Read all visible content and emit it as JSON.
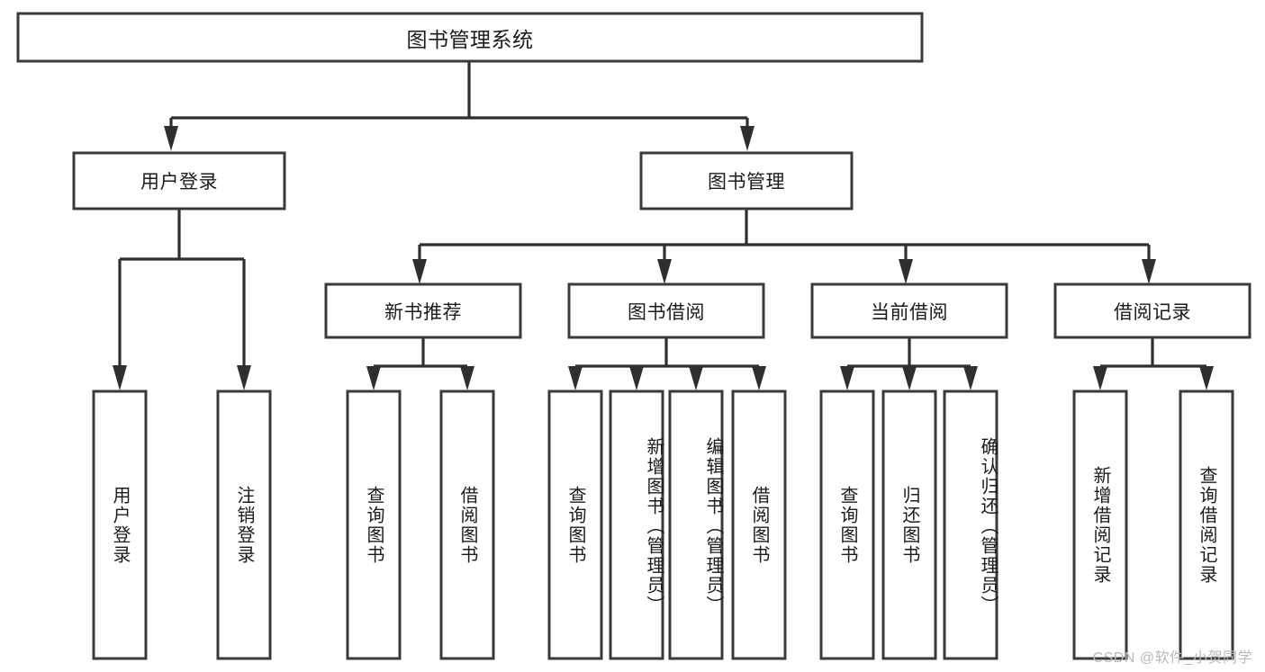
{
  "diagram": {
    "title": "图书管理系统",
    "type": "tree-hierarchy",
    "orientation": "top-down",
    "colors": {
      "box_fill": "#ffffff",
      "box_stroke": "#3a3a3a",
      "connector": "#2f2f2f",
      "text": "#1b1b1b",
      "watermark": "#b9b9b9",
      "background": "#ffffff"
    },
    "root": {
      "id": "root",
      "label": "图书管理系统",
      "orientation": "horizontal"
    },
    "level2": [
      {
        "id": "user-login",
        "label": "用户登录",
        "orientation": "horizontal"
      },
      {
        "id": "book-management",
        "label": "图书管理",
        "orientation": "horizontal"
      }
    ],
    "level3": [
      {
        "id": "new-book-recommend",
        "label": "新书推荐",
        "orientation": "horizontal",
        "parent": "book-management"
      },
      {
        "id": "book-borrow",
        "label": "图书借阅",
        "orientation": "horizontal",
        "parent": "book-management"
      },
      {
        "id": "current-borrow",
        "label": "当前借阅",
        "orientation": "horizontal",
        "parent": "book-management"
      },
      {
        "id": "borrow-record",
        "label": "借阅记录",
        "orientation": "horizontal",
        "parent": "book-management"
      }
    ],
    "leaves": [
      {
        "id": "leaf-user-login",
        "label": "用户登录",
        "parent": "user-login",
        "orientation": "vertical"
      },
      {
        "id": "leaf-logout",
        "label": "注销登录",
        "parent": "user-login",
        "orientation": "vertical"
      },
      {
        "id": "leaf-query-book-1",
        "label": "查询图书",
        "parent": "new-book-recommend",
        "orientation": "vertical"
      },
      {
        "id": "leaf-borrow-book-1",
        "label": "借阅图书",
        "parent": "new-book-recommend",
        "orientation": "vertical"
      },
      {
        "id": "leaf-query-book-2",
        "label": "查询图书",
        "parent": "book-borrow",
        "orientation": "vertical"
      },
      {
        "id": "leaf-add-book",
        "label": "新增图书（管理员）",
        "parent": "book-borrow",
        "orientation": "vertical"
      },
      {
        "id": "leaf-edit-book",
        "label": "编辑图书（管理员）",
        "parent": "book-borrow",
        "orientation": "vertical"
      },
      {
        "id": "leaf-borrow-book-2",
        "label": "借阅图书",
        "parent": "book-borrow",
        "orientation": "vertical"
      },
      {
        "id": "leaf-query-book-3",
        "label": "查询图书",
        "parent": "current-borrow",
        "orientation": "vertical"
      },
      {
        "id": "leaf-return-book",
        "label": "归还图书",
        "parent": "current-borrow",
        "orientation": "vertical"
      },
      {
        "id": "leaf-confirm-return",
        "label": "确认归还（管理员）",
        "parent": "current-borrow",
        "orientation": "vertical"
      },
      {
        "id": "leaf-add-record",
        "label": "新增借阅记录",
        "parent": "borrow-record",
        "orientation": "vertical"
      },
      {
        "id": "leaf-query-record",
        "label": "查询借阅记录",
        "parent": "borrow-record",
        "orientation": "vertical"
      }
    ]
  },
  "watermark": {
    "text": "CSDN @软件_小贺同学"
  }
}
